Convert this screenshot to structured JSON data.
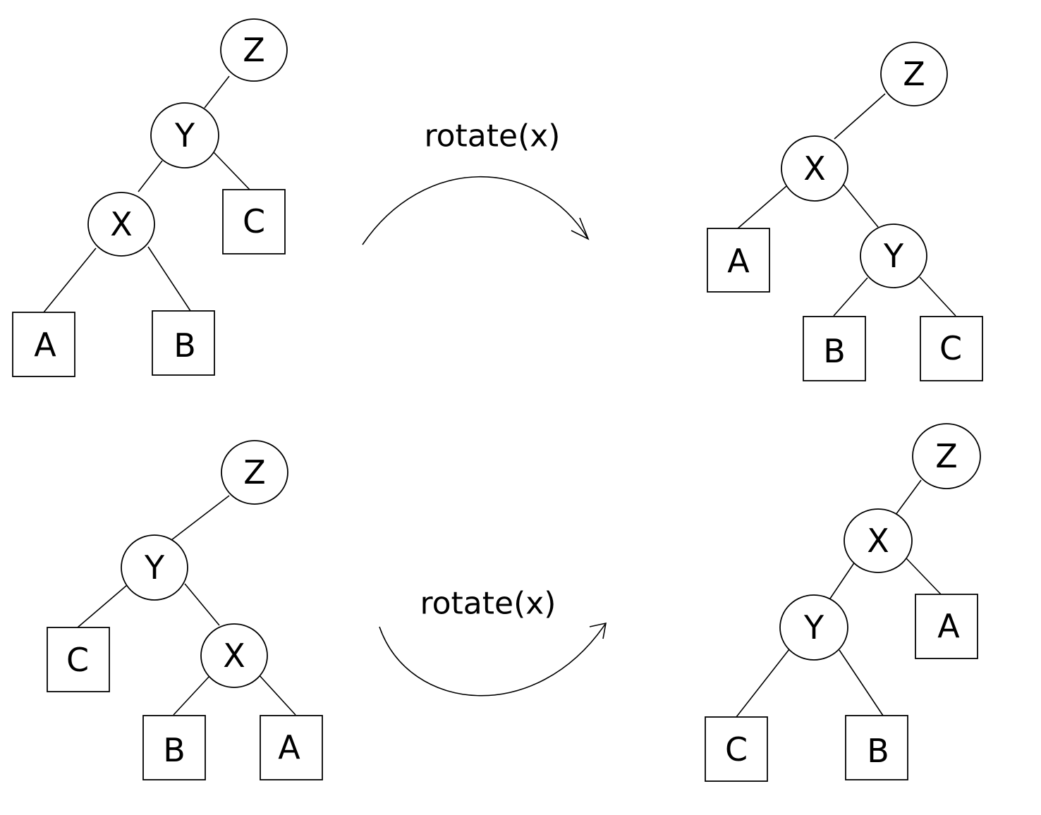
{
  "rotations": [
    {
      "operation": "rotate(x)",
      "before": {
        "nodes": [
          "Z",
          "Y",
          "X"
        ],
        "leaves": [
          "C",
          "A",
          "B"
        ]
      },
      "after": {
        "nodes": [
          "Z",
          "X",
          "Y"
        ],
        "leaves": [
          "A",
          "B",
          "C"
        ]
      }
    },
    {
      "operation": "rotate(x)",
      "before": {
        "nodes": [
          "Z",
          "Y",
          "X"
        ],
        "leaves": [
          "C",
          "B",
          "A"
        ]
      },
      "after": {
        "nodes": [
          "Z",
          "X",
          "Y"
        ],
        "leaves": [
          "A",
          "C",
          "B"
        ]
      }
    }
  ]
}
